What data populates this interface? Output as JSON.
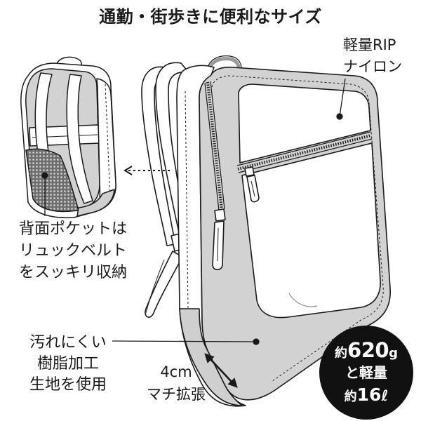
{
  "title": "通勤・街歩きに便利なサイズ",
  "callouts": {
    "material": {
      "lines": [
        "軽量RIP",
        "ナイロン"
      ]
    },
    "back_pocket": {
      "lines": [
        "背面ポケットは",
        "リュックベルト",
        "をスッキリ収納"
      ]
    },
    "coating": {
      "lines": [
        "汚れにくい",
        "樹脂加工",
        "生地を使用"
      ]
    },
    "expansion": {
      "lines": [
        "4cm",
        "マチ拡張"
      ]
    }
  },
  "badge": {
    "weight": {
      "prefix": "約",
      "value": "620",
      "unit": "g"
    },
    "weight_note": "と軽量",
    "capacity": {
      "prefix": "約",
      "value": "16",
      "unit": "ℓ"
    }
  },
  "colors": {
    "ink": "#1a1a1a",
    "panel_gray": "#d2d2d2",
    "badge_background": "#111111",
    "badge_text": "#ffffff"
  }
}
